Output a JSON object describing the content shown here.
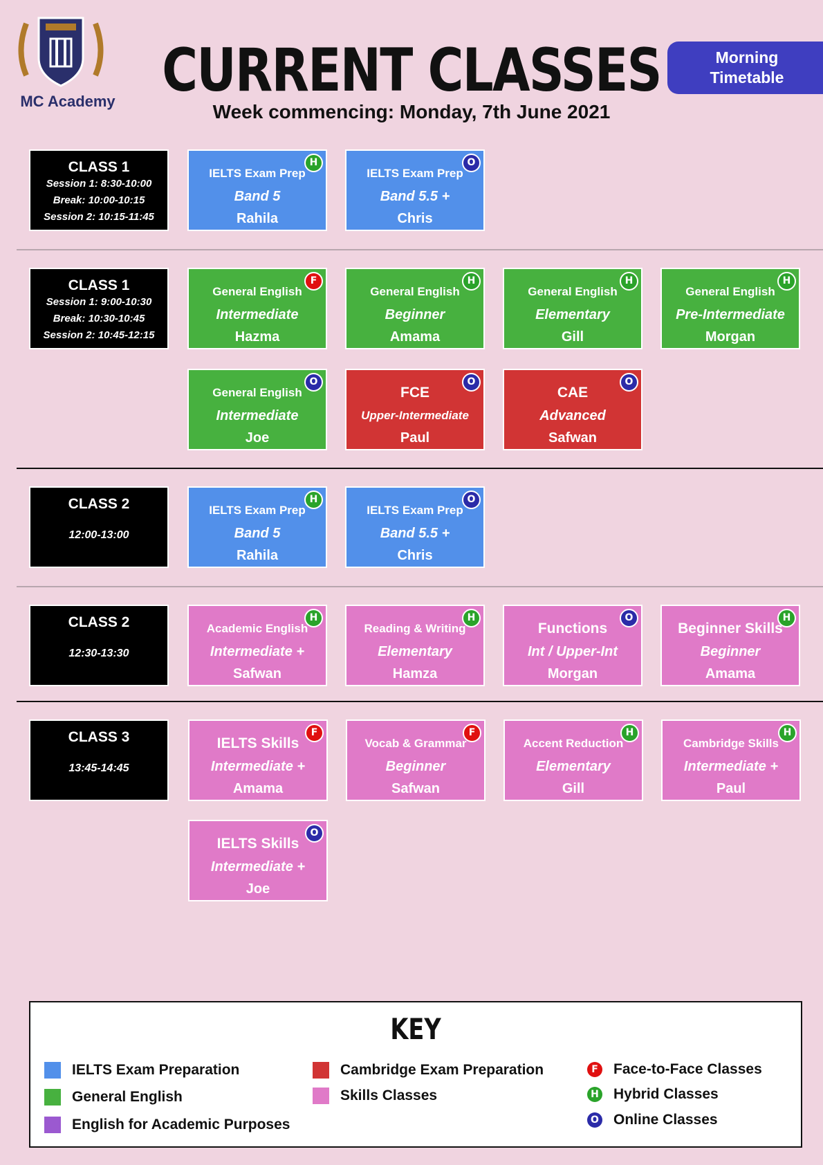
{
  "header": {
    "logo_name": "MC Academy",
    "title": "CURRENT CLASSES",
    "subtitle": "Week commencing: Monday, 7th June 2021",
    "tab_line1": "Morning",
    "tab_line2": "Timetable"
  },
  "colors": {
    "ielts": "#5290ea",
    "general": "#47b13f",
    "cambridge": "#d13434",
    "skills": "#e07ac8",
    "eap": "#9b59d0",
    "face": "#e01010",
    "hybrid": "#2aa32a",
    "online": "#2b2ba8"
  },
  "rows": [
    {
      "class_name": "CLASS 1",
      "times": [
        "Session 1: 8:30-10:00",
        "Break: 10:00-10:15",
        "Session 2: 10:15-11:45"
      ],
      "cards": [
        {
          "l1": "IELTS Exam Prep",
          "l2": "Band 5",
          "l3": "Rahila",
          "badge": "H"
        },
        {
          "l1": "IELTS Exam Prep",
          "l2": "Band 5.5 +",
          "l3": "Chris",
          "badge": "O"
        }
      ]
    },
    {
      "class_name": "CLASS 1",
      "times": [
        "Session 1: 9:00-10:30",
        "Break: 10:30-10:45",
        "Session 2: 10:45-12:15"
      ],
      "cards": [
        {
          "l1": "General English",
          "l2": "Intermediate",
          "l3": "Hazma",
          "badge": "F"
        },
        {
          "l1": "General English",
          "l2": "Beginner",
          "l3": "Amama",
          "badge": "H"
        },
        {
          "l1": "General English",
          "l2": "Elementary",
          "l3": "Gill",
          "badge": "H"
        },
        {
          "l1": "General English",
          "l2": "Pre-Intermediate",
          "l3": "Morgan",
          "badge": "H"
        },
        {
          "l1": "General English",
          "l2": "Intermediate",
          "l3": "Joe",
          "badge": "O"
        },
        {
          "l1": "FCE",
          "l2": "Upper-Intermediate",
          "l3": "Paul",
          "badge": "O"
        },
        {
          "l1": "CAE",
          "l2": "Advanced",
          "l3": "Safwan",
          "badge": "O"
        }
      ]
    },
    {
      "class_name": "CLASS 2",
      "time": "12:00-13:00",
      "cards": [
        {
          "l1": "IELTS Exam Prep",
          "l2": "Band 5",
          "l3": "Rahila",
          "badge": "H"
        },
        {
          "l1": "IELTS Exam Prep",
          "l2": "Band 5.5 +",
          "l3": "Chris",
          "badge": "O"
        }
      ]
    },
    {
      "class_name": "CLASS 2",
      "time": "12:30-13:30",
      "cards": [
        {
          "l1": "Academic English",
          "l2": "Intermediate +",
          "l3": "Safwan",
          "badge": "H"
        },
        {
          "l1": "Reading & Writing",
          "l2": "Elementary",
          "l3": "Hamza",
          "badge": "H"
        },
        {
          "l1": "Functions",
          "l2": "Int / Upper-Int",
          "l3": "Morgan",
          "badge": "O"
        },
        {
          "l1": "Beginner Skills",
          "l2": "Beginner",
          "l3": "Amama",
          "badge": "H"
        }
      ]
    },
    {
      "class_name": "CLASS 3",
      "time": "13:45-14:45",
      "cards": [
        {
          "l1": "IELTS Skills",
          "l2": "Intermediate +",
          "l3": "Amama",
          "badge": "F"
        },
        {
          "l1": "Vocab & Grammar",
          "l2": "Beginner",
          "l3": "Safwan",
          "badge": "F"
        },
        {
          "l1": "Accent Reduction",
          "l2": "Elementary",
          "l3": "Gill",
          "badge": "H"
        },
        {
          "l1": "Cambridge Skills",
          "l2": "Intermediate +",
          "l3": "Paul",
          "badge": "H"
        },
        {
          "l1": "IELTS Skills",
          "l2": "Intermediate +",
          "l3": "Joe",
          "badge": "O"
        }
      ]
    }
  ],
  "key": {
    "title": "KEY",
    "ielts": "IELTS Exam Preparation",
    "general": "General English",
    "eap": "English for Academic Purposes",
    "cambridge": "Cambridge Exam Preparation",
    "skills": "Skills Classes",
    "face": "Face-to-Face Classes",
    "hybrid": "Hybrid Classes",
    "online": "Online Classes",
    "badge_f": "F",
    "badge_h": "H",
    "badge_o": "O"
  }
}
